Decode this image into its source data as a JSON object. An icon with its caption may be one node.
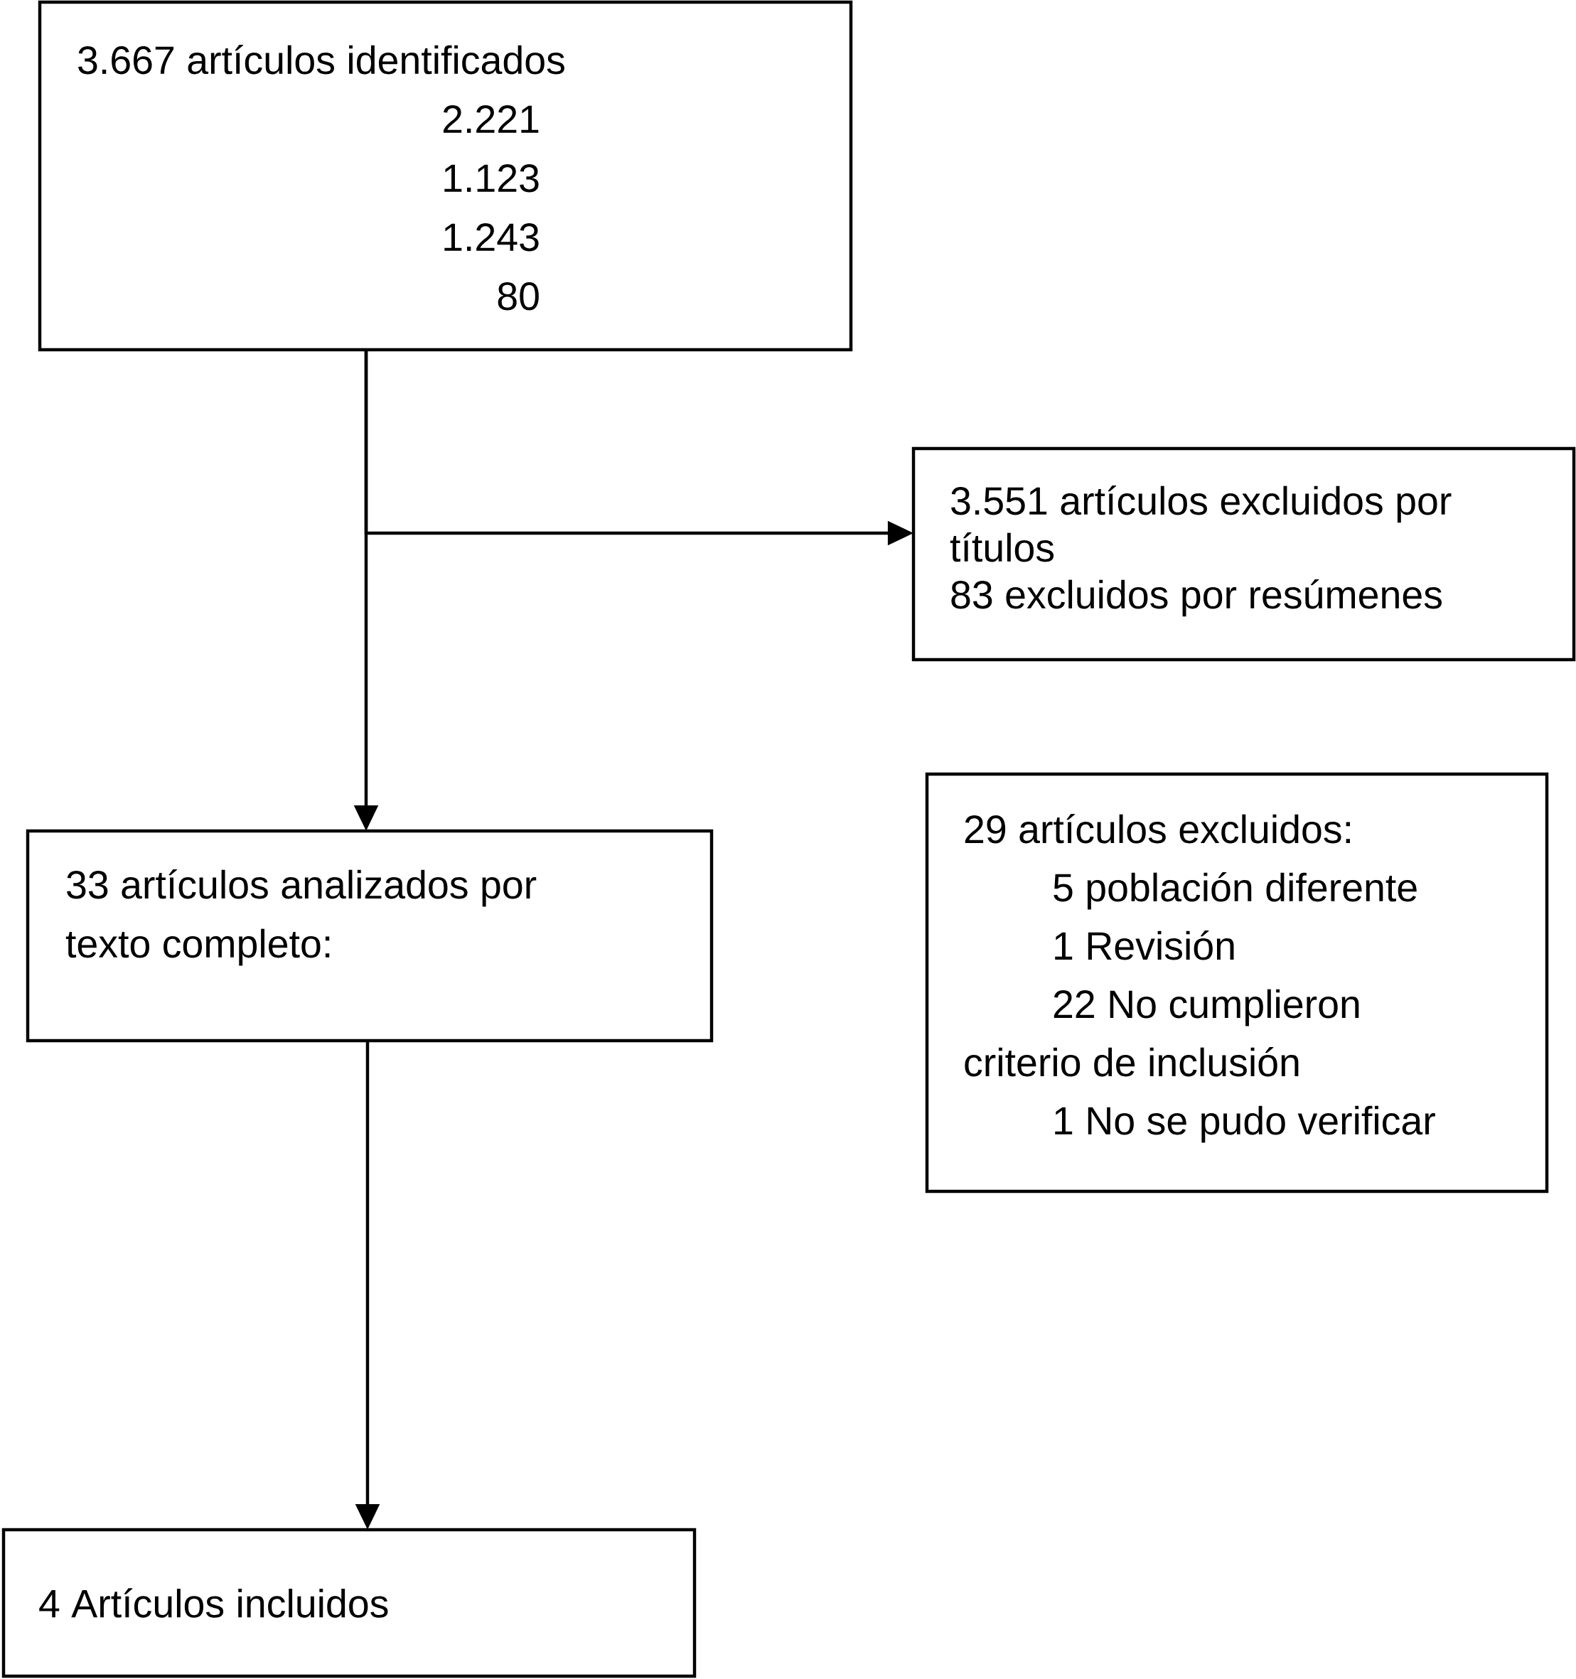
{
  "diagram": {
    "nodes": [
      {
        "text": [
          "3.667 artículos identificados",
          "2.221",
          "1.123",
          "1.243",
          "80"
        ]
      },
      {
        "text": [
          "3.551 artículos excluidos por títulos",
          "83 excluidos por resúmenes"
        ]
      },
      {
        "text": [
          "33 artículos analizados por texto completo:"
        ]
      },
      {
        "text": [
          "29 artículos excluidos:",
          "5 población diferente",
          "1 Revisión",
          "22 No cumplieron criterio de inclusión",
          "1 No se pudo verificar"
        ]
      },
      {
        "text": [
          "4 Artículos incluidos"
        ]
      }
    ],
    "edges": [
      {
        "from": 0,
        "to": 1,
        "arrow": "to"
      },
      {
        "from": 0,
        "to": 2,
        "arrow": "to"
      },
      {
        "from": 2,
        "to": 4,
        "arrow": "to"
      }
    ]
  }
}
